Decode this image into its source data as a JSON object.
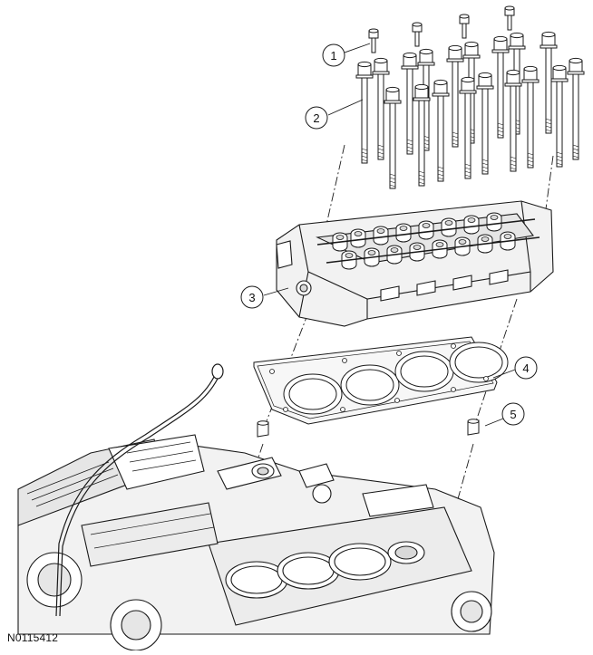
{
  "figure_id": "N0115412",
  "callouts": [
    {
      "number": "1"
    },
    {
      "number": "2"
    },
    {
      "number": "3"
    },
    {
      "number": "4"
    },
    {
      "number": "5"
    }
  ],
  "colors": {
    "line": "#1a1a1a",
    "fill": "#ffffff",
    "shade": "#d9d9d9"
  }
}
